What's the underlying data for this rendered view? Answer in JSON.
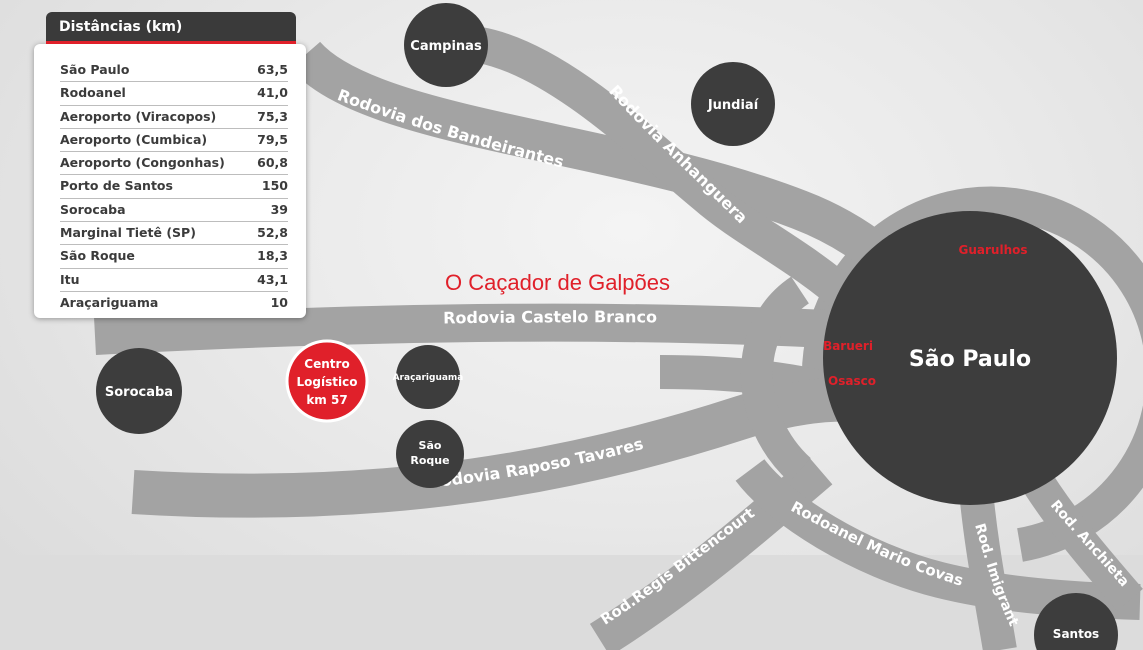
{
  "distances": {
    "title": "Distâncias (km)",
    "rows": [
      {
        "place": "São Paulo",
        "km": "63,5"
      },
      {
        "place": "Rodoanel",
        "km": "41,0"
      },
      {
        "place": "Aeroporto (Viracopos)",
        "km": "75,3"
      },
      {
        "place": "Aeroporto (Cumbica)",
        "km": "79,5"
      },
      {
        "place": "Aeroporto (Congonhas)",
        "km": "60,8"
      },
      {
        "place": "Porto de Santos",
        "km": "150"
      },
      {
        "place": "Sorocaba",
        "km": "39"
      },
      {
        "place": "Marginal Tietê (SP)",
        "km": "52,8"
      },
      {
        "place": "São Roque",
        "km": "18,3"
      },
      {
        "place": "Itu",
        "km": "43,1"
      },
      {
        "place": "Araçariguama",
        "km": "10"
      }
    ]
  },
  "watermark": "O Caçador de Galpões",
  "roads": {
    "bandeirantes": "Rodovia dos Bandeirantes",
    "anhanguera": "Rodovia Anhanguera",
    "castelo": "Rodovia Castelo Branco",
    "raposo": "Rodovia Raposo Tavares",
    "regis": "Rod.Regis Bittencourt",
    "rodoanel": "Rodoanel Mario Covas",
    "imigrantes": "Rod. Imigrantes",
    "anchieta": "Rod. Anchieta"
  },
  "cities": {
    "campinas": "Campinas",
    "jundiai": "Jundiaí",
    "sorocaba": "Sorocaba",
    "centro": [
      "Centro",
      "Logístico",
      "km 57"
    ],
    "aracariguama": "Araçariguama",
    "sao_roque": [
      "São",
      "Roque"
    ],
    "sao_paulo": "São Paulo",
    "santos": "Santos"
  },
  "sp_districts": {
    "guarulhos": "Guarulhos",
    "barueri": "Barueri",
    "osasco": "Osasco"
  },
  "colors": {
    "road": "#a3a3a3",
    "city": "#3d3d3d",
    "accent": "#e0202a"
  }
}
